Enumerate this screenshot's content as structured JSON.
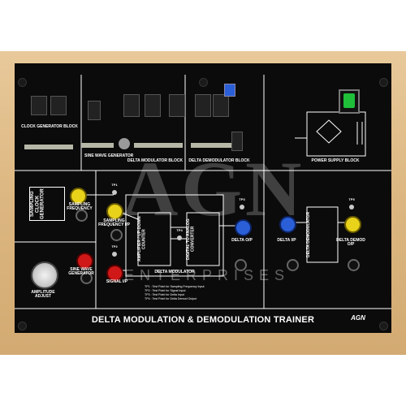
{
  "panel": {
    "title": "DELTA MODULATION & DEMODULATION TRAINER",
    "brand": "AGN",
    "watermark_brand": "AGN",
    "watermark_sub": "ENTERPRISES"
  },
  "blocks": {
    "clock_generator": "CLOCK GENERATOR BLOCK",
    "sine_wave_generator": "SINE WAVE GENERATOR",
    "delta_modulator_block": "DELTA MODULATOR BLOCK",
    "delta_demodulator_block": "DELTA DEMODULATOR BLOCK",
    "power_supply_block": "POWER SUPPLY BLOCK"
  },
  "labels": {
    "sampling_clock_generator": "SAMPLING CLOCK GENERATOR",
    "sampling_frequency": "SAMPLING FREQUENCY",
    "sampling_frequency_ip": "SAMPLING FREQUENCY I/P",
    "sine_wave_generator": "SINE WAVE GENERATOR",
    "signal_ip": "SIGNAL I/P",
    "amplitude_adjust": "AMPLITUDE ADJUST",
    "up_down_counter": "AMPLIFIER / UP-DOWN COUNTER",
    "dac": "DIGITAL TO ANALOG CONVERTER",
    "delta_modulator": "DELTA MODULATOR",
    "delta_op": "DELTA O/P",
    "delta_ip": "DELTA I/P",
    "delta_demodulator": "DELTA DEMODULATOR",
    "delta_demod_op": "DELTA DEMOD O/P"
  },
  "test_points": {
    "tp1": "TP1",
    "tp2": "TP2",
    "tp3": "TP3",
    "tp4": "TP4",
    "tp5": "TP5"
  },
  "legend": [
    "TP1 : Test Point for Sampling Frequency Input",
    "TP2 : Test Point for Signal Input",
    "TP3 : Test Point for Delta Input",
    "TP4 : Test Point for Delta Demod Output"
  ],
  "colors": {
    "panel": "#0b0b0b",
    "frame": "#dcb680",
    "yellow_socket": "#e8d21a",
    "red_socket": "#d01818",
    "blue_socket": "#2a5fd8",
    "power_switch": "#1fbf3a"
  }
}
